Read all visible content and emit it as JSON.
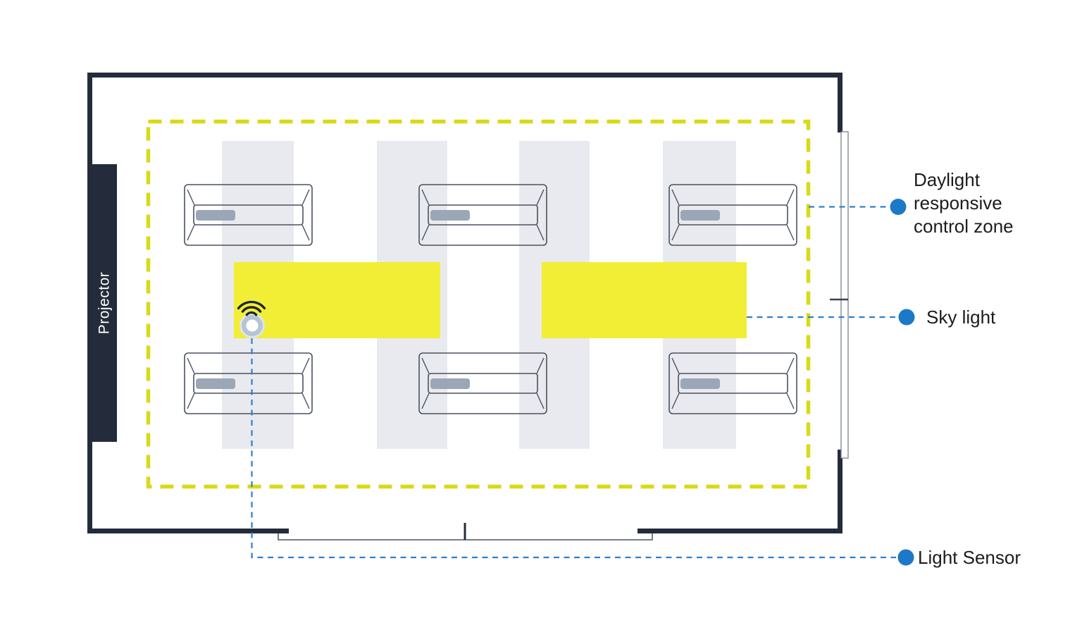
{
  "diagram": {
    "projector": {
      "label": "Projector"
    },
    "legend": {
      "control_zone": "Daylight responsive control zone",
      "sky_light": "Sky light",
      "light_sensor": "Light Sensor"
    },
    "colors": {
      "wall": "#242c3b",
      "zone_dash_yellow": "#d8da16",
      "sky_light_fill": "#f2ee35",
      "leader_blue": "#2e80cc",
      "dot_blue": "#1b79c8",
      "desk_stripe": "#e9eaef",
      "fixture_stroke": "#4a5160",
      "fixture_bar": "#9ba7b7",
      "sensor_ring": "#b6c4d3",
      "text": "#1c1c1e"
    },
    "icons": {
      "sensor": "wifi-icon",
      "leader_end": "dot-icon"
    }
  }
}
